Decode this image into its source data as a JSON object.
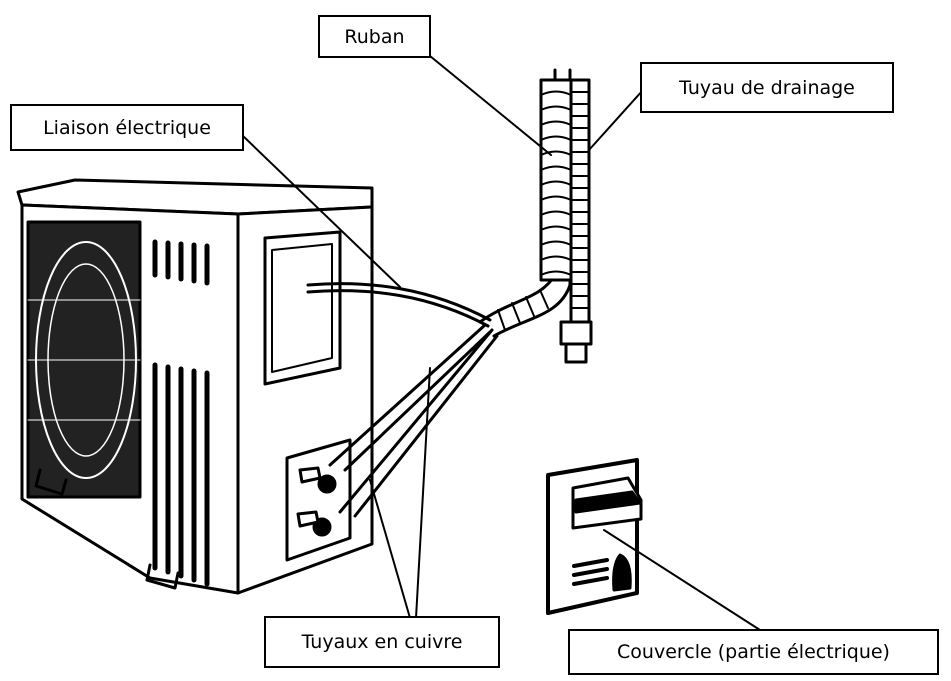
{
  "labels": {
    "ribbon": "Ruban",
    "drain_pipe": "Tuyau de drainage",
    "electrical_link": "Liaison électrique",
    "copper_pipes": "Tuyaux en cuivre",
    "cover": "Couvercle (partie électrique)"
  }
}
